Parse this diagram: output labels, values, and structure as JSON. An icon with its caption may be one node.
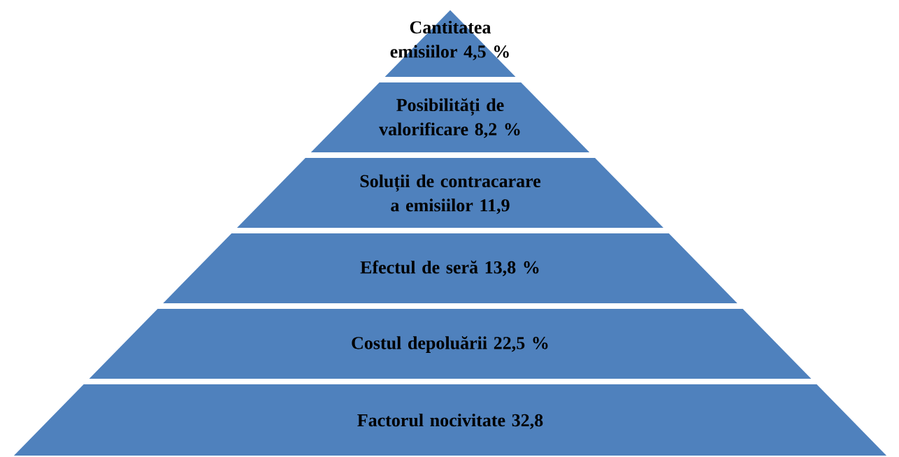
{
  "diagram": {
    "nodes": [
      {
        "text": [
          "Cantitatea emisiilor 4,5 %"
        ]
      },
      {
        "text": [
          "Posibilități de valorificare 8,2 %"
        ]
      },
      {
        "text": [
          "Soluții de contracarare a emisiilor 11,9"
        ]
      },
      {
        "text": [
          "Efectul de seră 13,8 %"
        ]
      },
      {
        "text": [
          "Costul depoluării 22,5 %"
        ]
      },
      {
        "text": [
          "Factorul nocivitate  32,8"
        ]
      }
    ]
  }
}
